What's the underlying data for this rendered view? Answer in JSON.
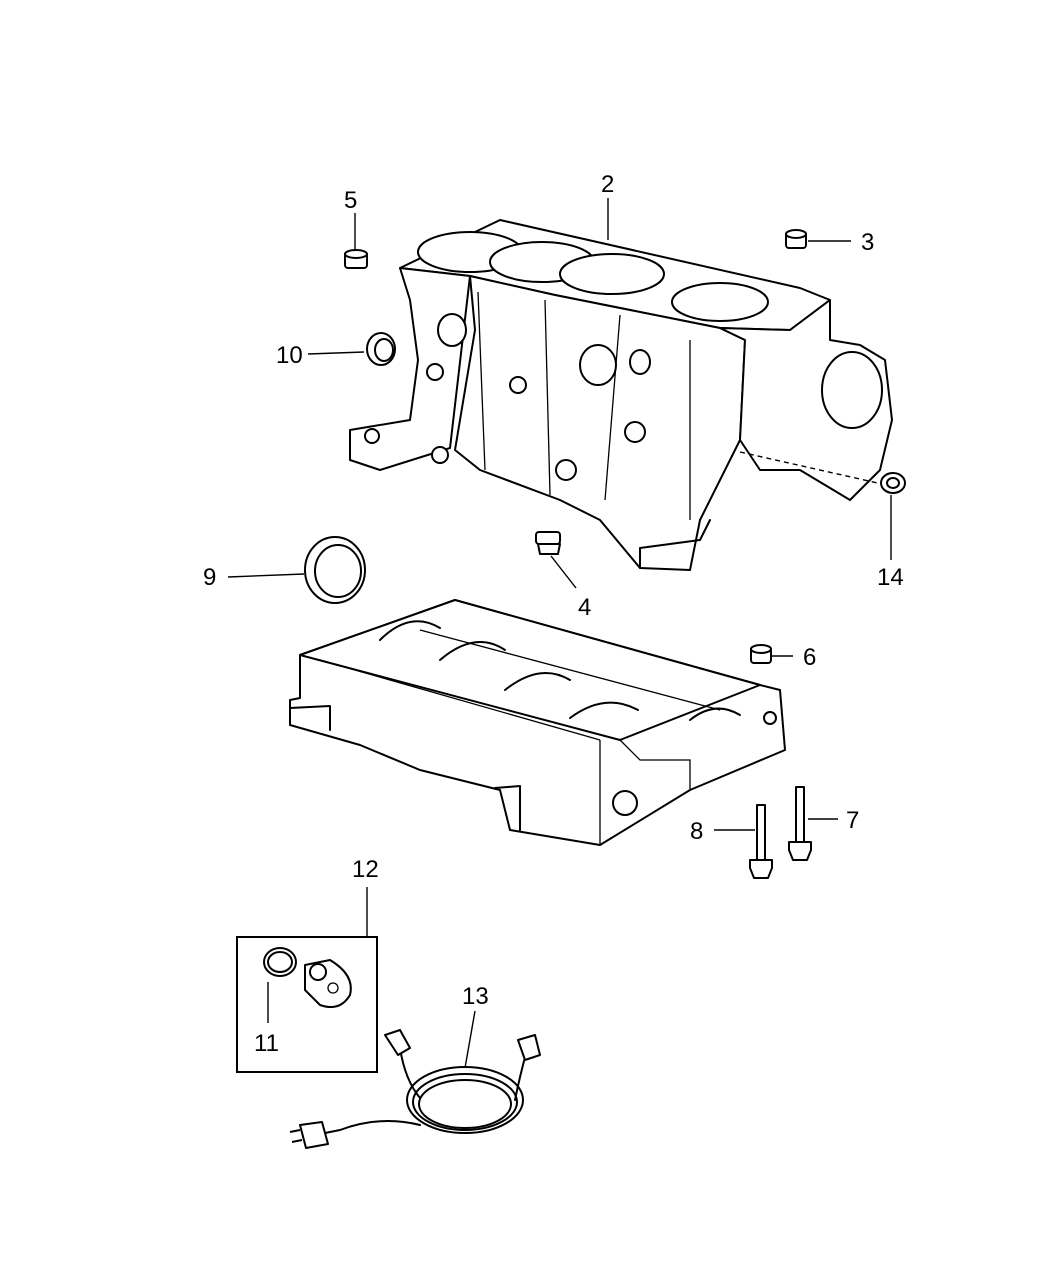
{
  "callouts": {
    "c1": "2",
    "c2": "3",
    "c3": "4",
    "c4": "5",
    "c5": "6",
    "c6": "7",
    "c7": "8",
    "c8": "9",
    "c9": "10",
    "c10": "11",
    "c11": "12",
    "c12": "13",
    "c13": "14"
  }
}
